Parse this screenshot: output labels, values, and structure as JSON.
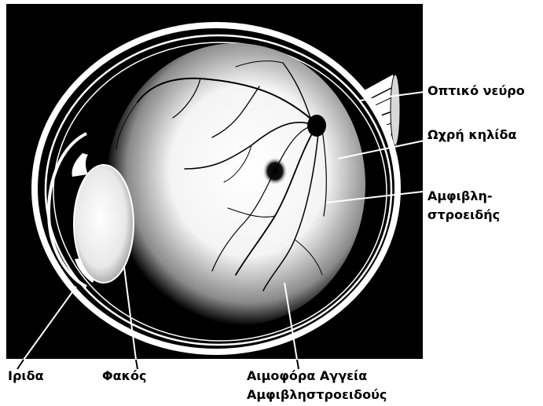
{
  "labels": {
    "optic_nerve": "Οπτικό νεύρο",
    "sclera": "Ωχρή κηλίδα",
    "retina_line1": "Αμφιβλη-",
    "retina_line2": "στροειδής",
    "iris": "Ιριδα",
    "lens": "Φακός",
    "vessels_line1": "Αιμοφόρα Αγγεία",
    "vessels_line2": "Αμφιβληστροειδούς"
  },
  "colors": {
    "background": "#000000",
    "foreground": "#ffffff",
    "text": "#000000"
  }
}
